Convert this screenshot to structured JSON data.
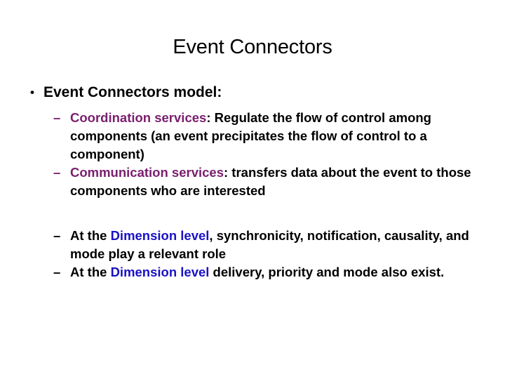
{
  "slide": {
    "title": "Event Connectors",
    "background_color": "#FFFFFF",
    "text_color": "#000000",
    "accent_purple": "#7A1E6E",
    "accent_blue": "#1A12C4",
    "bullet_marker_level1": "•",
    "bullet_marker_level2": "–",
    "level1": {
      "text": "Event Connectors model:"
    },
    "groups": [
      {
        "items": [
          {
            "marker_color": "purple",
            "segments": [
              {
                "text": "Coordination services",
                "style": "purple"
              },
              {
                "text": ": Regulate the flow of control among components (an event precipitates the flow of control to a component)",
                "style": "plain"
              }
            ]
          },
          {
            "marker_color": "purple",
            "segments": [
              {
                "text": "Communication services",
                "style": "purple"
              },
              {
                "text": ": transfers data about the event to those components who are interested",
                "style": "plain"
              }
            ]
          }
        ]
      },
      {
        "items": [
          {
            "marker_color": "black",
            "segments": [
              {
                "text": "At the ",
                "style": "plain"
              },
              {
                "text": "Dimension level",
                "style": "blue"
              },
              {
                "text": ", synchronicity, notification, causality, and mode play a relevant role",
                "style": "plain"
              }
            ]
          },
          {
            "marker_color": "black",
            "segments": [
              {
                "text": "At the ",
                "style": "plain"
              },
              {
                "text": "Dimension level",
                "style": "blue"
              },
              {
                "text": " delivery, priority and mode also exist.",
                "style": "plain"
              }
            ]
          }
        ]
      }
    ]
  }
}
